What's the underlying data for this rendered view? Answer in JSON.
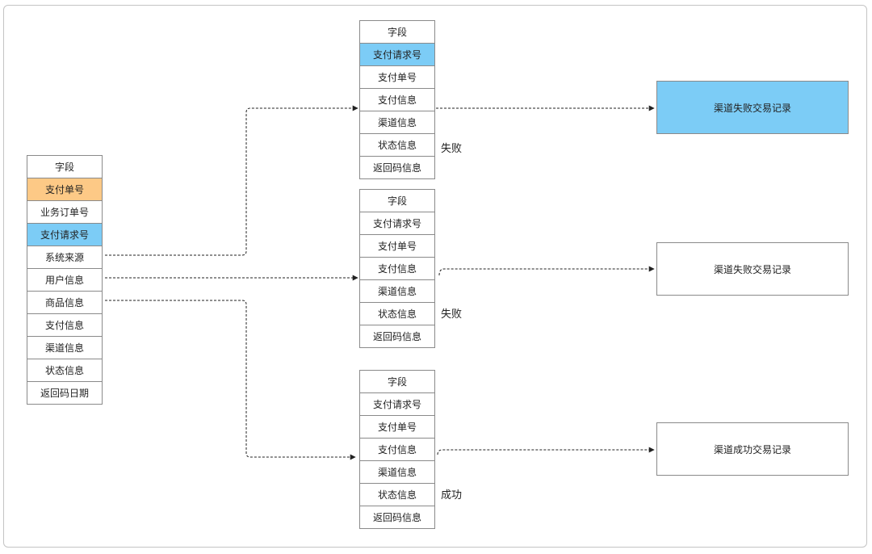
{
  "source_table": {
    "rows": [
      "字段",
      "支付单号",
      "业务订单号",
      "支付请求号",
      "系统来源",
      "用户信息",
      "商品信息",
      "支付信息",
      "渠道信息",
      "状态信息",
      "返回码日期"
    ]
  },
  "target_tables": [
    {
      "rows": [
        "字段",
        "支付请求号",
        "支付单号",
        "支付信息",
        "渠道信息",
        "状态信息",
        "返回码信息"
      ],
      "status": "失败"
    },
    {
      "rows": [
        "字段",
        "支付请求号",
        "支付单号",
        "支付信息",
        "渠道信息",
        "状态信息",
        "返回码信息"
      ],
      "status": "失败"
    },
    {
      "rows": [
        "字段",
        "支付请求号",
        "支付单号",
        "支付信息",
        "渠道信息",
        "状态信息",
        "返回码信息"
      ],
      "status": "成功"
    }
  ],
  "results": [
    {
      "label": "渠道失败交易记录"
    },
    {
      "label": "渠道失败交易记录"
    },
    {
      "label": "渠道成功交易记录"
    }
  ],
  "colors": {
    "highlight_orange": "#fdc986",
    "highlight_blue": "#7cccf6",
    "border": "#8a8a8a",
    "line": "#222222"
  }
}
